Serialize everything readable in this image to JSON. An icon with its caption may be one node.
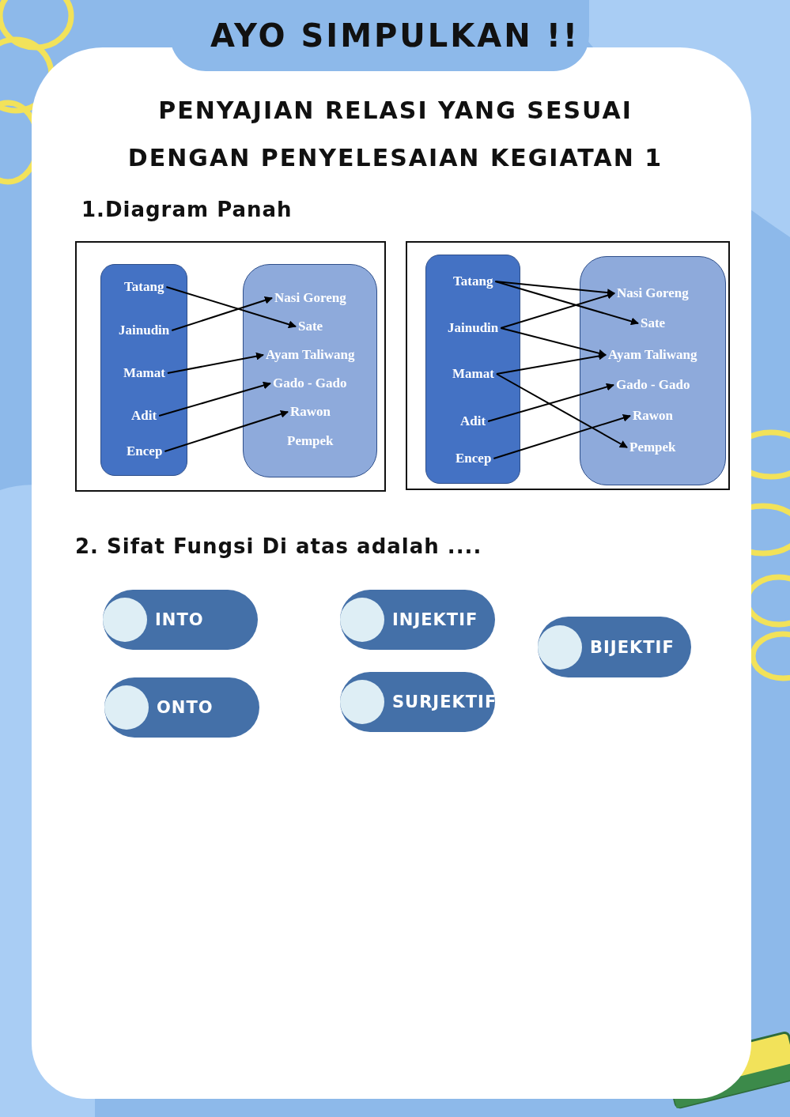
{
  "diagram": {
    "title": "AYO SIMPULKAN !!",
    "nodes": [
      {
        "text": [],
        "shape": "box"
      },
      {
        "text": [],
        "shape": "box",
        "in": 0
      },
      {
        "text": [
          "Tatang"
        ],
        "in": 1
      },
      {
        "text": [
          "Jainudin"
        ],
        "in": 1
      },
      {
        "text": [
          "Mamat"
        ],
        "in": 1
      },
      {
        "text": [
          "Adit"
        ],
        "in": 1
      },
      {
        "text": [
          "Encep"
        ],
        "in": 1
      },
      {
        "text": [],
        "shape": "box",
        "in": 0
      },
      {
        "text": [
          "Nasi Goreng"
        ],
        "in": 7
      },
      {
        "text": [
          "Sate"
        ],
        "in": 7
      },
      {
        "text": [
          "Ayam Taliwang"
        ],
        "in": 7
      },
      {
        "text": [
          "Gado - Gado"
        ],
        "in": 7
      },
      {
        "text": [
          "Rawon"
        ],
        "in": 7
      },
      {
        "text": [
          "Pempek"
        ],
        "in": 7
      },
      {
        "text": [],
        "shape": "box"
      },
      {
        "text": [],
        "shape": "box",
        "in": 14
      },
      {
        "text": [
          "Tatang"
        ],
        "in": 15
      },
      {
        "text": [
          "Jainudin"
        ],
        "in": 15
      },
      {
        "text": [
          "Mamat"
        ],
        "in": 15
      },
      {
        "text": [
          "Adit"
        ],
        "in": 15
      },
      {
        "text": [
          "Encep"
        ],
        "in": 15
      },
      {
        "text": [],
        "shape": "box",
        "in": 14
      },
      {
        "text": [
          "Nasi Goreng"
        ],
        "in": 21
      },
      {
        "text": [
          "Sate"
        ],
        "in": 21
      },
      {
        "text": [
          "Ayam Taliwang"
        ],
        "in": 21
      },
      {
        "text": [
          "Gado - Gado"
        ],
        "in": 21
      },
      {
        "text": [
          "Rawon"
        ],
        "in": 21
      },
      {
        "text": [
          "Pempek"
        ],
        "in": 21
      },
      {
        "text": [
          "INTO"
        ]
      },
      {
        "text": [
          "INJEKTIF"
        ]
      },
      {
        "text": [
          "BIJEKTIF"
        ]
      },
      {
        "text": [
          "ONTO"
        ]
      },
      {
        "text": [
          "SURJEKTIF"
        ]
      }
    ],
    "edges": [
      {
        "from": 2,
        "to": 9,
        "arrow": "to"
      },
      {
        "from": 3,
        "to": 8,
        "arrow": "to"
      },
      {
        "from": 4,
        "to": 10,
        "arrow": "to"
      },
      {
        "from": 5,
        "to": 11,
        "arrow": "to"
      },
      {
        "from": 6,
        "to": 12,
        "arrow": "to"
      },
      {
        "from": 16,
        "to": 22,
        "arrow": "to"
      },
      {
        "from": 16,
        "to": 23,
        "arrow": "to"
      },
      {
        "from": 17,
        "to": 22,
        "arrow": "to"
      },
      {
        "from": 17,
        "to": 24,
        "arrow": "to"
      },
      {
        "from": 18,
        "to": 24,
        "arrow": "to"
      },
      {
        "from": 18,
        "to": 27,
        "arrow": "to"
      },
      {
        "from": 19,
        "to": 25,
        "arrow": "to"
      },
      {
        "from": 20,
        "to": 26,
        "arrow": "to"
      }
    ],
    "labels": [
      "PENYAJIAN RELASI YANG SESUAI DENGAN PENYELESAIAN KEGIATAN 1",
      "1.Diagram Panah",
      "2. Sifat Fungsi Di atas adalah ...."
    ]
  }
}
